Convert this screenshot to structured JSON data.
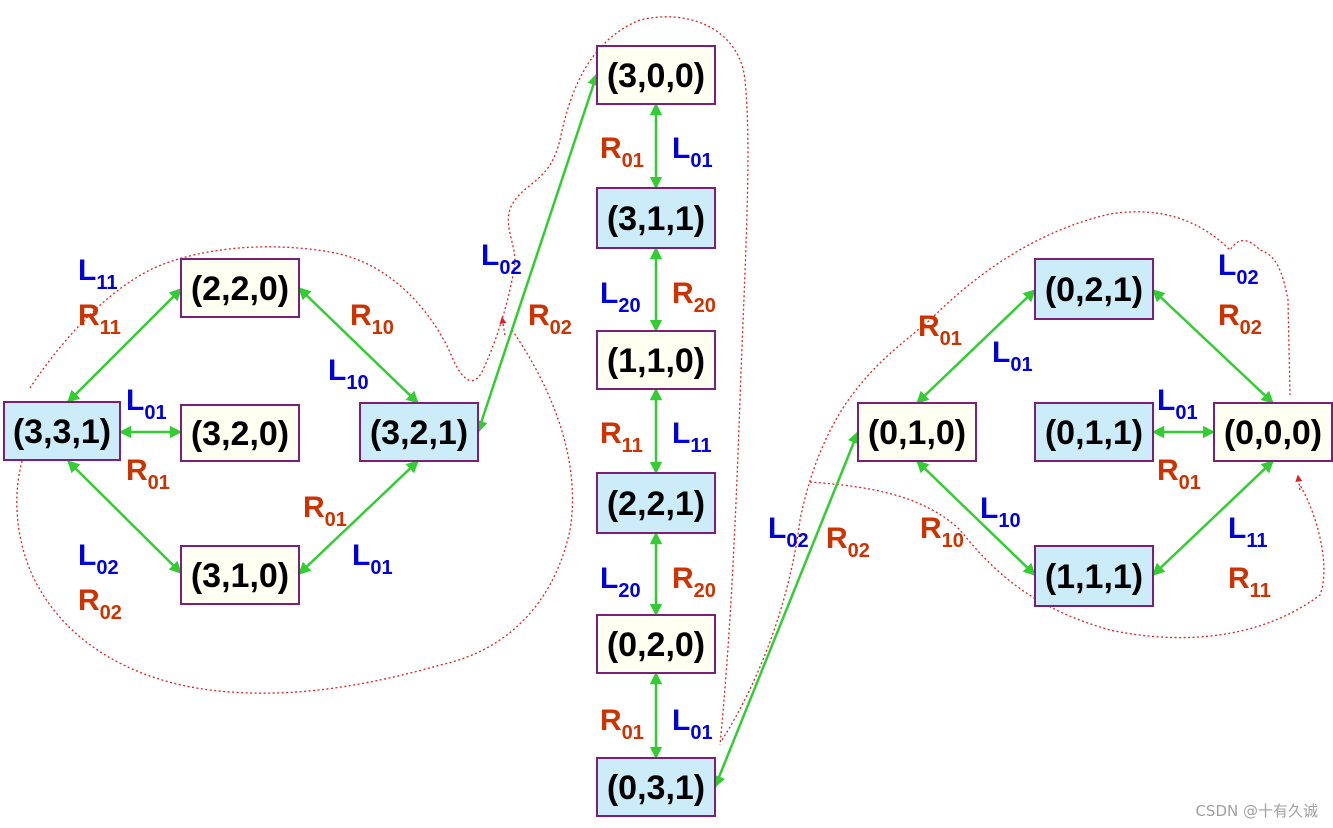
{
  "colors": {
    "odd_fill": "#ccecfa",
    "even_fill": "#fffff2",
    "edge": "#33cc33",
    "L": "#0000dd",
    "R": "#cc3300",
    "boundary": "#e02020"
  },
  "nodes": [
    {
      "id": "n331",
      "label": "(3,3,1)",
      "fill": "odd"
    },
    {
      "id": "n220",
      "label": "(2,2,0)",
      "fill": "even"
    },
    {
      "id": "n320",
      "label": "(3,2,0)",
      "fill": "even"
    },
    {
      "id": "n321",
      "label": "(3,2,1)",
      "fill": "odd"
    },
    {
      "id": "n310",
      "label": "(3,1,0)",
      "fill": "even"
    },
    {
      "id": "n300",
      "label": "(3,0,0)",
      "fill": "even"
    },
    {
      "id": "n311",
      "label": "(3,1,1)",
      "fill": "odd"
    },
    {
      "id": "n110",
      "label": "(1,1,0)",
      "fill": "even"
    },
    {
      "id": "n221",
      "label": "(2,2,1)",
      "fill": "odd"
    },
    {
      "id": "n020",
      "label": "(0,2,0)",
      "fill": "even"
    },
    {
      "id": "n031",
      "label": "(0,3,1)",
      "fill": "odd"
    },
    {
      "id": "n010",
      "label": "(0,1,0)",
      "fill": "even"
    },
    {
      "id": "n021",
      "label": "(0,2,1)",
      "fill": "odd"
    },
    {
      "id": "n011",
      "label": "(0,1,1)",
      "fill": "odd"
    },
    {
      "id": "n000",
      "label": "(0,0,0)",
      "fill": "even"
    },
    {
      "id": "n111",
      "label": "(1,1,1)",
      "fill": "odd"
    }
  ],
  "edges": [
    {
      "from": "n331",
      "to": "n220"
    },
    {
      "from": "n331",
      "to": "n320"
    },
    {
      "from": "n331",
      "to": "n310"
    },
    {
      "from": "n220",
      "to": "n321"
    },
    {
      "from": "n310",
      "to": "n321"
    },
    {
      "from": "n321",
      "to": "n300"
    },
    {
      "from": "n300",
      "to": "n311"
    },
    {
      "from": "n311",
      "to": "n110"
    },
    {
      "from": "n110",
      "to": "n221"
    },
    {
      "from": "n221",
      "to": "n020"
    },
    {
      "from": "n020",
      "to": "n031"
    },
    {
      "from": "n031",
      "to": "n010"
    },
    {
      "from": "n010",
      "to": "n021"
    },
    {
      "from": "n010",
      "to": "n111"
    },
    {
      "from": "n021",
      "to": "n000"
    },
    {
      "from": "n011",
      "to": "n000"
    },
    {
      "from": "n111",
      "to": "n000"
    }
  ],
  "labels": [
    {
      "id": "L11_a",
      "main": "L",
      "sub": "11",
      "color": "L"
    },
    {
      "id": "R11_a",
      "main": "R",
      "sub": "11",
      "color": "R"
    },
    {
      "id": "L01_a",
      "main": "L",
      "sub": "01",
      "color": "L"
    },
    {
      "id": "R01_a",
      "main": "R",
      "sub": "01",
      "color": "R"
    },
    {
      "id": "L02_a",
      "main": "L",
      "sub": "02",
      "color": "L"
    },
    {
      "id": "R02_a",
      "main": "R",
      "sub": "02",
      "color": "R"
    },
    {
      "id": "R10_a",
      "main": "R",
      "sub": "10",
      "color": "R"
    },
    {
      "id": "L10_a",
      "main": "L",
      "sub": "10",
      "color": "L"
    },
    {
      "id": "R01_b",
      "main": "R",
      "sub": "01",
      "color": "R"
    },
    {
      "id": "L01_b",
      "main": "L",
      "sub": "01",
      "color": "L"
    },
    {
      "id": "L02_b",
      "main": "L",
      "sub": "02",
      "color": "L"
    },
    {
      "id": "R02_b",
      "main": "R",
      "sub": "02",
      "color": "R"
    },
    {
      "id": "R01_c",
      "main": "R",
      "sub": "01",
      "color": "R"
    },
    {
      "id": "L01_c",
      "main": "L",
      "sub": "01",
      "color": "L"
    },
    {
      "id": "L20_a",
      "main": "L",
      "sub": "20",
      "color": "L"
    },
    {
      "id": "R20_a",
      "main": "R",
      "sub": "20",
      "color": "R"
    },
    {
      "id": "R11_b",
      "main": "R",
      "sub": "11",
      "color": "R"
    },
    {
      "id": "L11_b",
      "main": "L",
      "sub": "11",
      "color": "L"
    },
    {
      "id": "L20_b",
      "main": "L",
      "sub": "20",
      "color": "L"
    },
    {
      "id": "R20_b",
      "main": "R",
      "sub": "20",
      "color": "R"
    },
    {
      "id": "R01_d",
      "main": "R",
      "sub": "01",
      "color": "R"
    },
    {
      "id": "L01_d",
      "main": "L",
      "sub": "01",
      "color": "L"
    },
    {
      "id": "L02_c",
      "main": "L",
      "sub": "02",
      "color": "L"
    },
    {
      "id": "R02_c",
      "main": "R",
      "sub": "02",
      "color": "R"
    },
    {
      "id": "R01_e",
      "main": "R",
      "sub": "01",
      "color": "R"
    },
    {
      "id": "L01_e",
      "main": "L",
      "sub": "01",
      "color": "L"
    },
    {
      "id": "L02_d",
      "main": "L",
      "sub": "02",
      "color": "L"
    },
    {
      "id": "R02_d",
      "main": "R",
      "sub": "02",
      "color": "R"
    },
    {
      "id": "L01_f",
      "main": "L",
      "sub": "01",
      "color": "L"
    },
    {
      "id": "R01_f",
      "main": "R",
      "sub": "01",
      "color": "R"
    },
    {
      "id": "L10_b",
      "main": "L",
      "sub": "10",
      "color": "L"
    },
    {
      "id": "R10_b",
      "main": "R",
      "sub": "10",
      "color": "R"
    },
    {
      "id": "L11_c",
      "main": "L",
      "sub": "11",
      "color": "L"
    },
    {
      "id": "R11_c",
      "main": "R",
      "sub": "11",
      "color": "R"
    }
  ],
  "watermark": "CSDN @十有久诚"
}
